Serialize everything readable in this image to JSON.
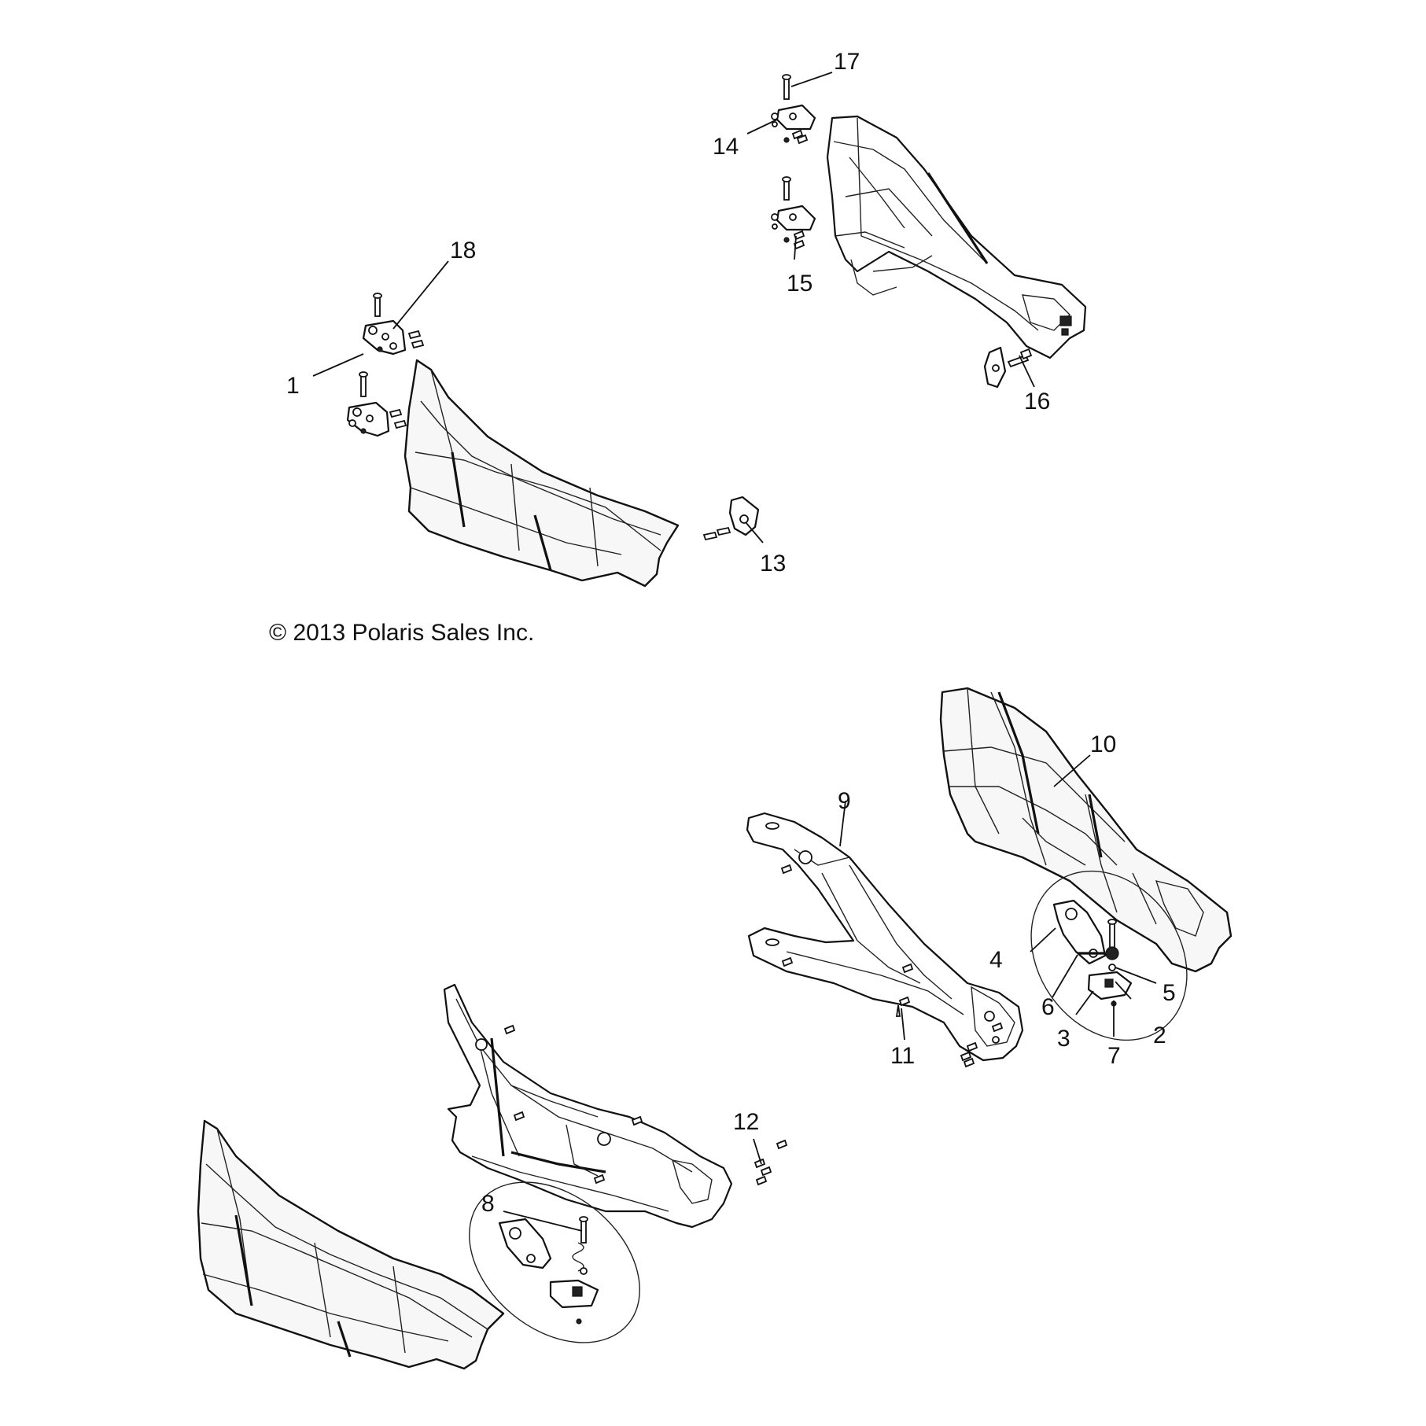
{
  "copyright": "© 2013 Polaris Sales Inc.",
  "callouts": {
    "c1": "1",
    "c2": "2",
    "c3": "3",
    "c4": "4",
    "c5": "5",
    "c6": "6",
    "c7": "7",
    "c8": "8",
    "c9": "9",
    "c10": "10",
    "c11": "11",
    "c12": "12",
    "c13": "13",
    "c14": "14",
    "c15": "15",
    "c16": "16",
    "c17": "17",
    "c18": "18"
  }
}
